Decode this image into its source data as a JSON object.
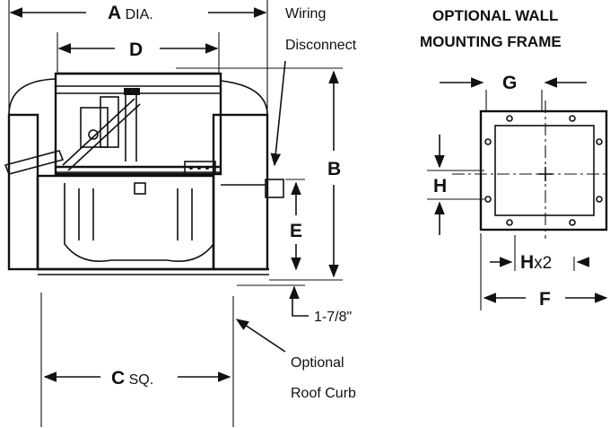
{
  "dimensions": {
    "a": {
      "letter": "A",
      "suffix": " DIA."
    },
    "d": {
      "letter": "D"
    },
    "b": {
      "letter": "B"
    },
    "e": {
      "letter": "E"
    },
    "c": {
      "letter": "C",
      "suffix": " SQ."
    },
    "curb_gap": "1-7/8\"",
    "g": {
      "letter": "G"
    },
    "h": {
      "letter": "H"
    },
    "hx2": {
      "letter": "H",
      "suffix": "x2"
    },
    "f": {
      "letter": "F"
    }
  },
  "callouts": {
    "wiring_line1": "Wiring",
    "wiring_line2": "Disconnect",
    "curb_line1": "Optional",
    "curb_line2": "Roof Curb"
  },
  "frame": {
    "title_line1": "OPTIONAL WALL",
    "title_line2": "MOUNTING FRAME"
  }
}
